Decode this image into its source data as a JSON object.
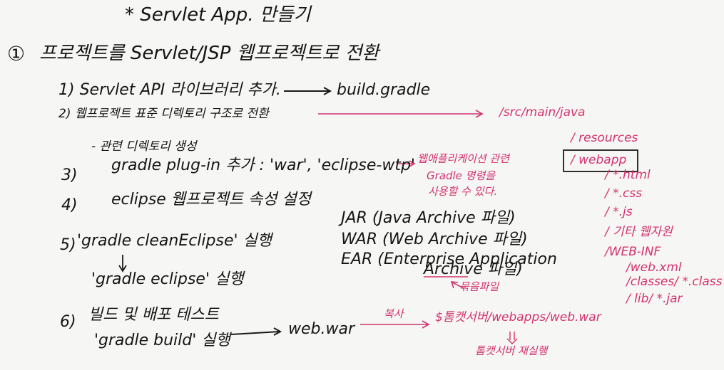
{
  "title": "* Servlet App. 만들기",
  "section1": {
    "num": "①",
    "heading": "프로젝트를 Servlet/JSP 웹프로젝트로 전환"
  },
  "steps": {
    "s1": {
      "text": "1) Servlet API 라이브러리 추가.",
      "target": "build.gradle"
    },
    "s2": {
      "text": "2) 웹프로젝트 표준 디렉토리 구조로 전환",
      "sub": "- 관련 디렉토리 생성"
    },
    "s3": {
      "num": "3)",
      "text": "gradle plug-in 추가 : 'war', 'eclipse-wtp'",
      "note1": "웹애플리케이션 관련",
      "note2": "Gradle 명령을",
      "note3": "사용할 수 있다."
    },
    "s4": {
      "num": "4)",
      "text": "eclipse 웹프로젝트 속성 설정"
    },
    "s5": {
      "num": "5)",
      "text": "'gradle cleanEclipse' 실행",
      "text2": "'gradle eclipse' 실행"
    },
    "s6": {
      "num": "6)",
      "text": "빌드 및 배포 테스트",
      "cmd": "'gradle build' 실행",
      "result": "web.war",
      "copy": "복사",
      "dest": "$톰캣서버/webapps/web.war",
      "restart": "톰캣서버 재실행"
    }
  },
  "archives": {
    "jar": "JAR (Java Archive 파일)",
    "war": "WAR (Web Archive 파일)",
    "ear1": "EAR (Enterprise Application",
    "ear2": "Archive 파일)",
    "ear_note": "묶음파일"
  },
  "tree": {
    "root": "/src/main/java",
    "resources": "/ resources",
    "webapp": "/ webapp",
    "html": "/ *.html",
    "css": "/ *.css",
    "js": "/ *.js",
    "etc": "/ 기타 웹자원",
    "webinf": "/WEB-INF",
    "webxml": "/web.xml",
    "classes": "/classes/ *.class",
    "lib": "/ lib/ *.jar"
  }
}
